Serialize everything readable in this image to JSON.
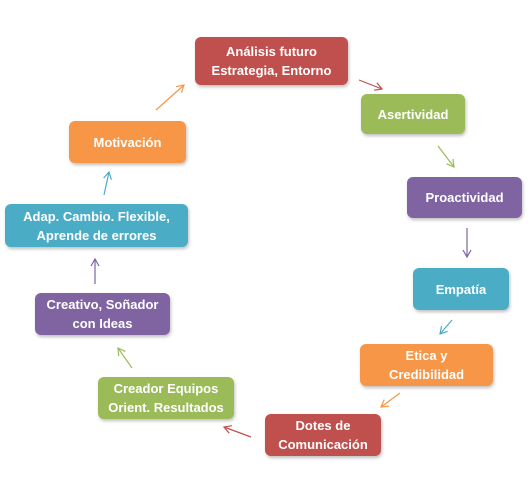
{
  "colors": {
    "red": "#c0504d",
    "green": "#9bbb59",
    "purple": "#8064a2",
    "cyan": "#4bacc6",
    "orange": "#f79646"
  },
  "nodes": [
    {
      "id": "analisis",
      "line1": "Análisis futuro",
      "line2": "Estrategia, Entorno",
      "color": "red"
    },
    {
      "id": "asertividad",
      "line1": "Asertividad",
      "line2": "",
      "color": "green"
    },
    {
      "id": "proactividad",
      "line1": "Proactividad",
      "line2": "",
      "color": "purple"
    },
    {
      "id": "empatia",
      "line1": "Empatía",
      "line2": "",
      "color": "cyan"
    },
    {
      "id": "etica",
      "line1": "Etica y",
      "line2": "Credibilidad",
      "color": "orange"
    },
    {
      "id": "dotes",
      "line1": "Dotes de",
      "line2": "Comunicación",
      "color": "red"
    },
    {
      "id": "creador",
      "line1": "Creador Equipos",
      "line2": "Orient. Resultados",
      "color": "green"
    },
    {
      "id": "creativo",
      "line1": "Creativo, Soñador",
      "line2": "con Ideas",
      "color": "purple"
    },
    {
      "id": "adap",
      "line1": "Adap. Cambio. Flexible,",
      "line2": "Aprende de errores",
      "color": "cyan"
    },
    {
      "id": "motivacion",
      "line1": "Motivación",
      "line2": "",
      "color": "orange"
    }
  ],
  "arrows": [
    {
      "from": "analisis",
      "to": "asertividad",
      "color": "red"
    },
    {
      "from": "asertividad",
      "to": "proactividad",
      "color": "green"
    },
    {
      "from": "proactividad",
      "to": "empatia",
      "color": "purple"
    },
    {
      "from": "empatia",
      "to": "etica",
      "color": "cyan"
    },
    {
      "from": "etica",
      "to": "dotes",
      "color": "orange"
    },
    {
      "from": "dotes",
      "to": "creador",
      "color": "red"
    },
    {
      "from": "creador",
      "to": "creativo",
      "color": "green"
    },
    {
      "from": "creativo",
      "to": "adap",
      "color": "purple"
    },
    {
      "from": "adap",
      "to": "motivacion",
      "color": "cyan"
    },
    {
      "from": "motivacion",
      "to": "analisis",
      "color": "orange"
    }
  ]
}
